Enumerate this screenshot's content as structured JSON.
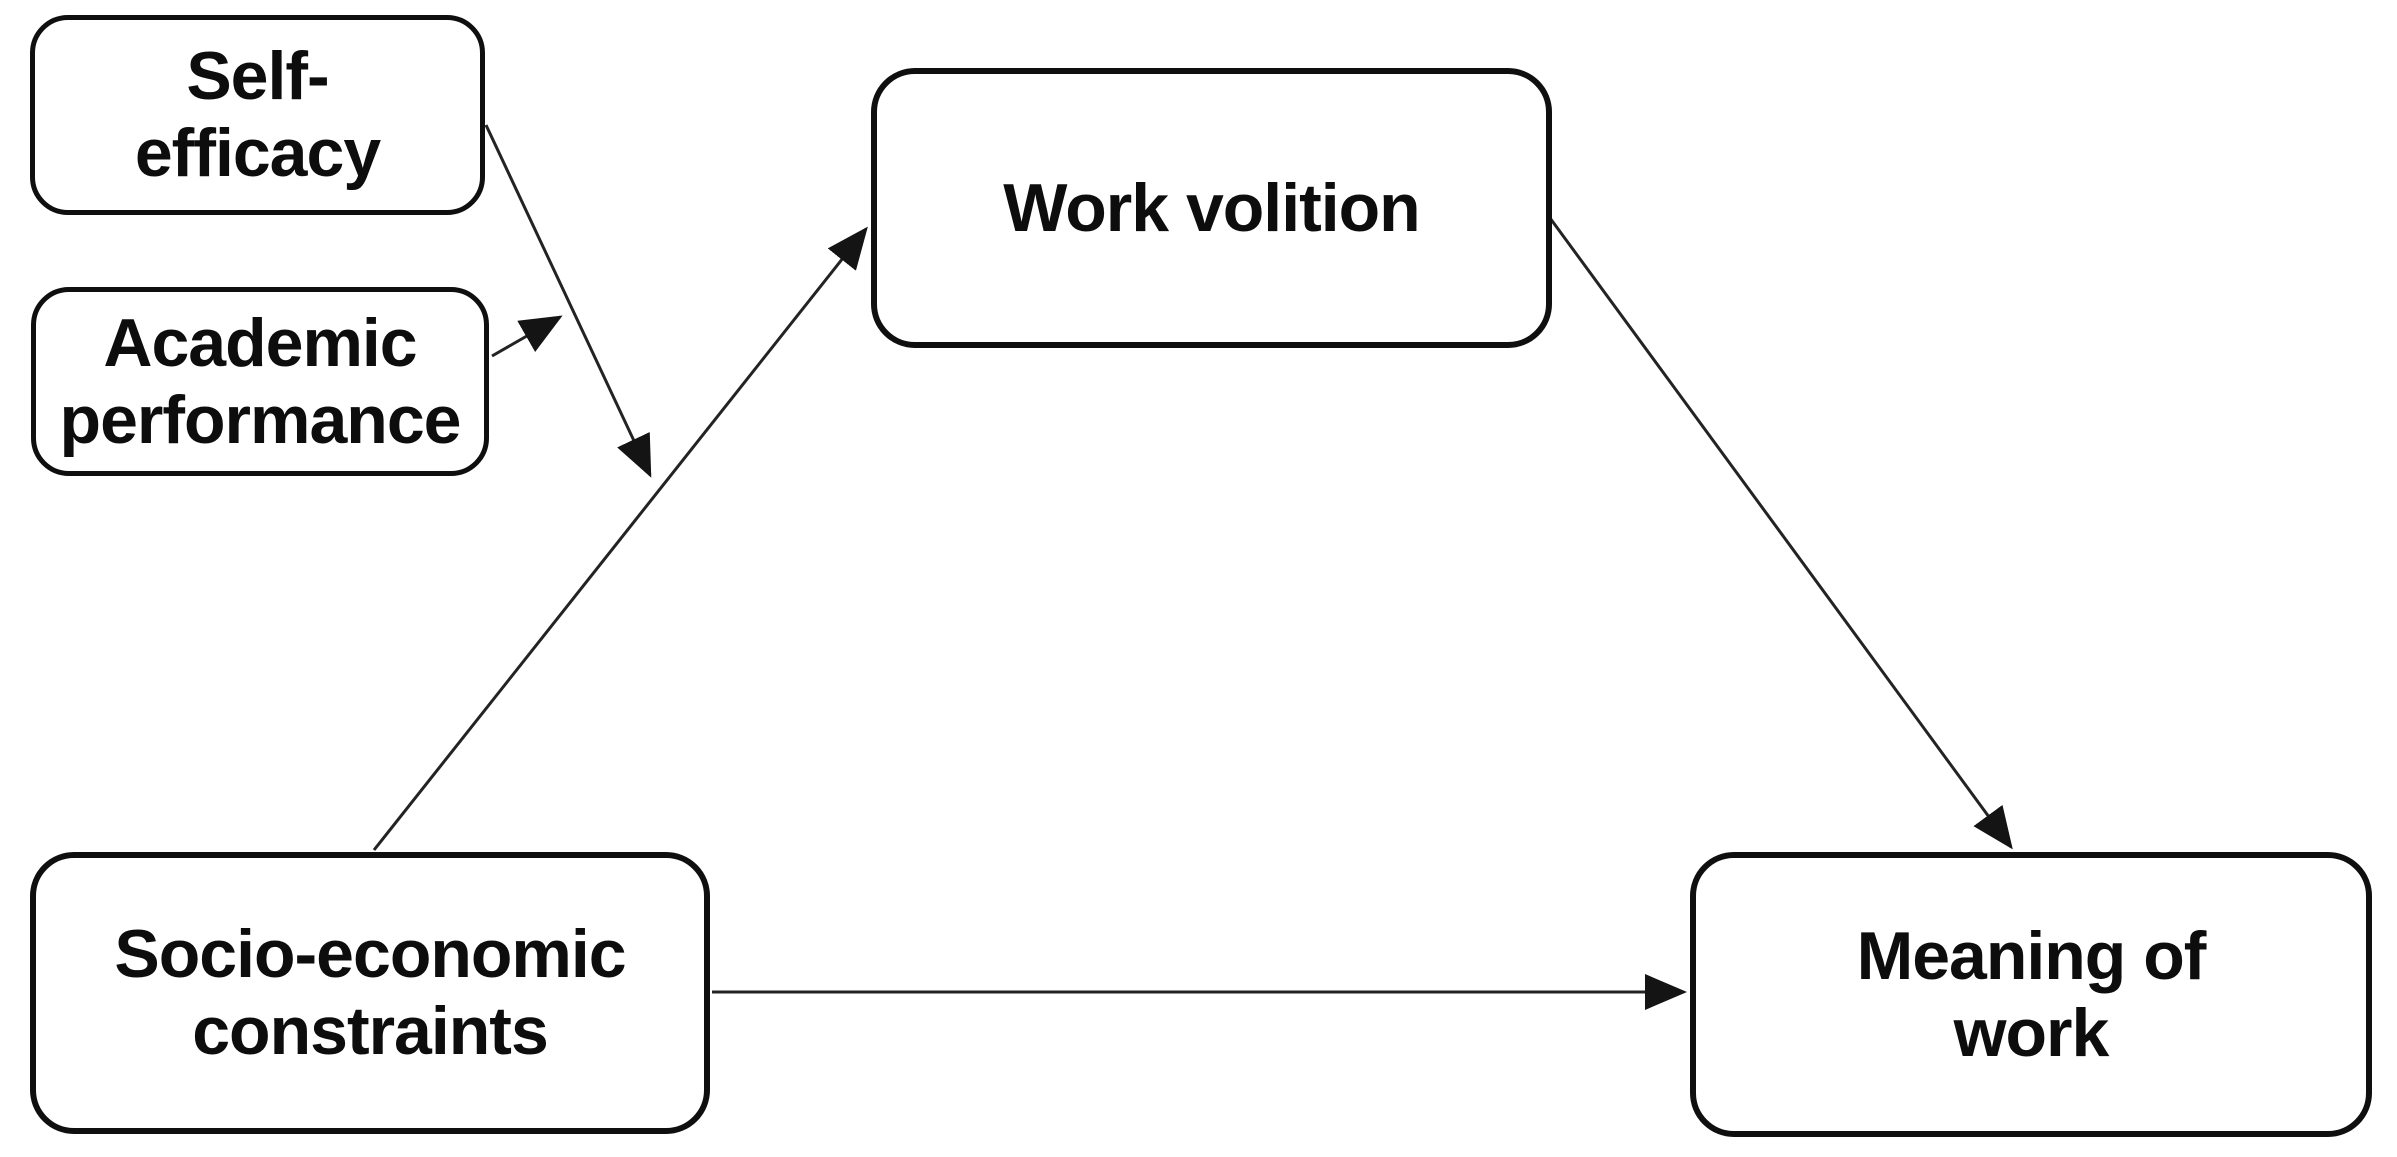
{
  "diagram": {
    "type": "path-model",
    "background_color": "#ffffff",
    "box_fill_color": "#ffffff",
    "box_border_color": "#0f0f0f",
    "arrow_color": "#232323",
    "text_color": "#0d0d0d",
    "nodes": {
      "self_efficacy": {
        "label": "Self-\nefficacy"
      },
      "academic_performance": {
        "label": "Academic\nperformance"
      },
      "work_volition": {
        "label": "Work volition"
      },
      "socio_economic_constraints": {
        "label": "Socio-economic\nconstraints"
      },
      "meaning_of_work": {
        "label": "Meaning of\nwork"
      }
    },
    "edges": [
      {
        "id": "socio-to-work-volition",
        "from": "socio_economic_constraints",
        "to": "work_volition",
        "kind": "direct"
      },
      {
        "id": "work-volition-to-meaning-of-work",
        "from": "work_volition",
        "to": "meaning_of_work",
        "kind": "direct"
      },
      {
        "id": "socio-to-meaning-of-work",
        "from": "socio_economic_constraints",
        "to": "meaning_of_work",
        "kind": "direct"
      },
      {
        "id": "self-efficacy-moderation",
        "from": "self_efficacy",
        "to": "path: socio_economic_constraints -> work_volition",
        "kind": "moderation"
      },
      {
        "id": "academic-performance-moderation",
        "from": "academic_performance",
        "to": "path: self_efficacy moderation arrow",
        "kind": "moderation"
      }
    ]
  }
}
